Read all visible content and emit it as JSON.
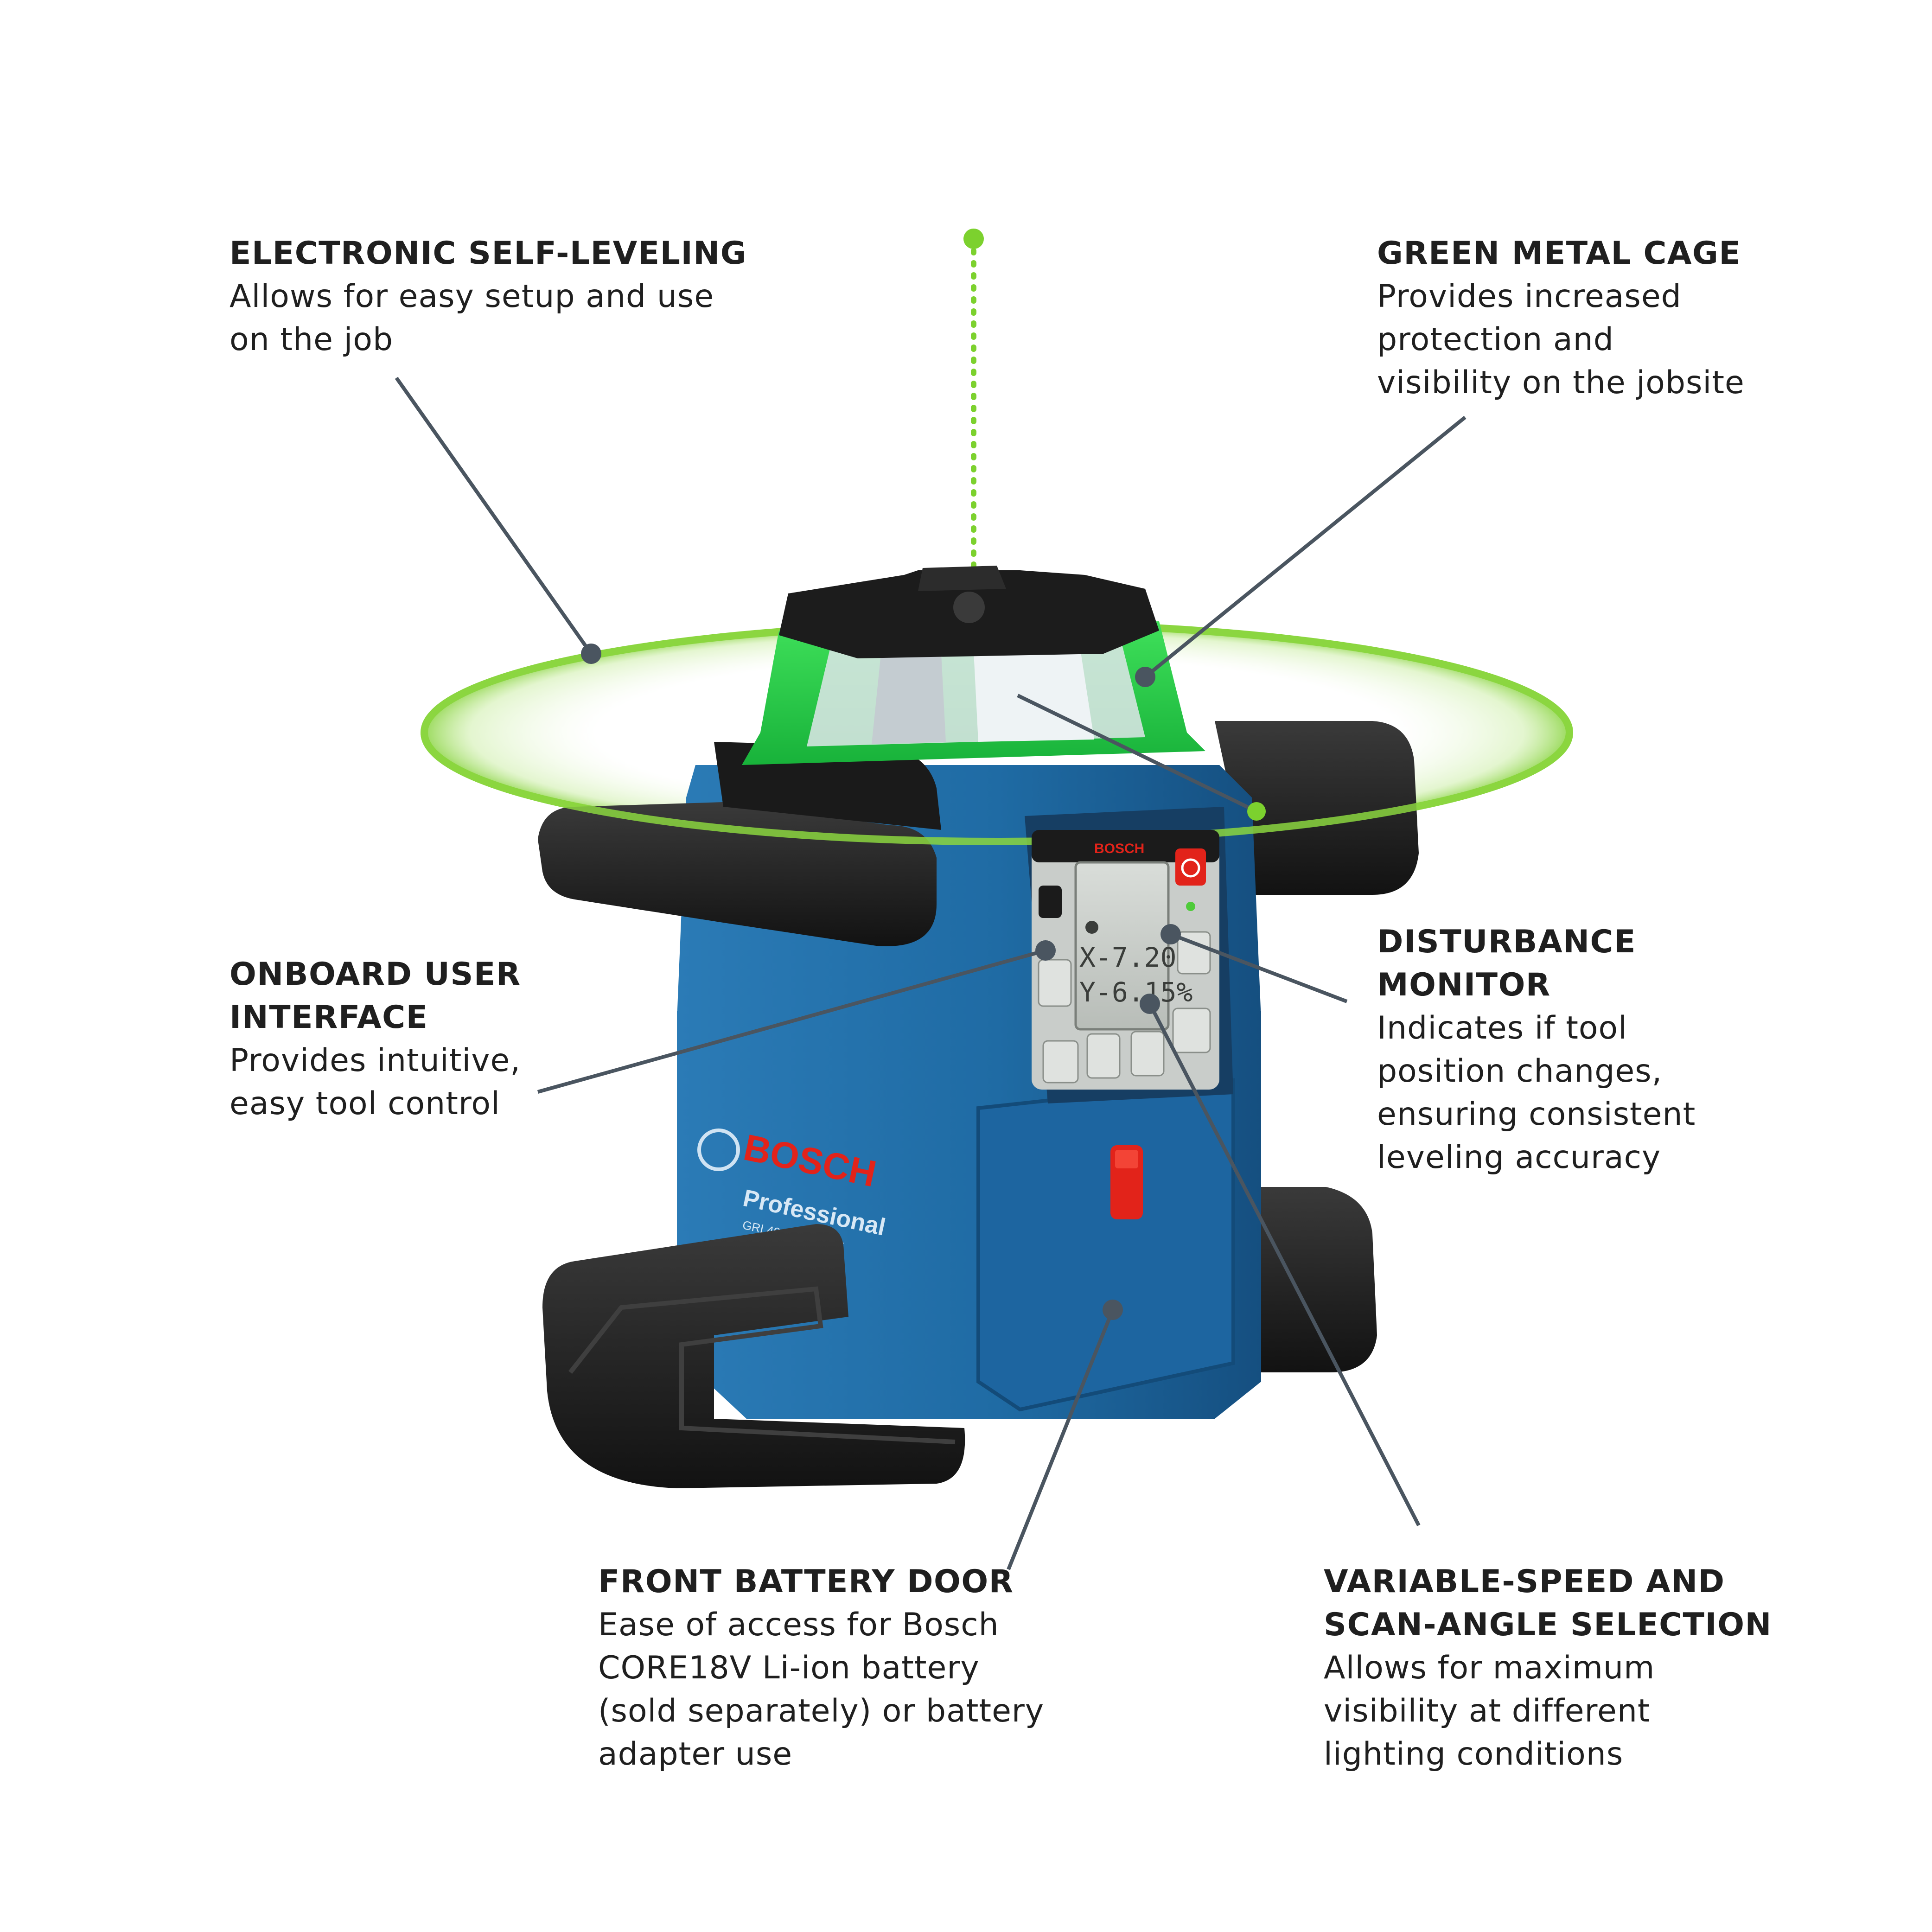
{
  "callouts": {
    "electronic_self_leveling": {
      "title": "ELECTRONIC SELF-LEVELING",
      "lines": [
        "Allows for easy setup and use",
        "on the job"
      ]
    },
    "green_metal_cage": {
      "title": "GREEN METAL CAGE",
      "lines": [
        "Provides increased",
        "protection and",
        "visibility on the jobsite"
      ]
    },
    "onboard_user_interface": {
      "title_lines": [
        "ONBOARD USER",
        "INTERFACE"
      ],
      "lines": [
        "Provides intuitive,",
        "easy tool control"
      ]
    },
    "disturbance_monitor": {
      "title_lines": [
        "DISTURBANCE",
        "MONITOR"
      ],
      "lines": [
        "Indicates if tool",
        "position changes,",
        "ensuring consistent",
        "leveling accuracy"
      ]
    },
    "front_battery_door": {
      "title": "FRONT BATTERY DOOR",
      "lines": [
        "Ease of access for Bosch",
        "CORE18V Li-ion battery",
        "(sold separately) or battery",
        "adapter use"
      ]
    },
    "variable_speed": {
      "title_lines": [
        "VARIABLE-SPEED AND",
        "SCAN-ANGLE SELECTION"
      ],
      "lines": [
        "Allows for maximum",
        "visibility at different",
        "lighting conditions"
      ]
    }
  },
  "product": {
    "brand": "BOSCH",
    "line": "Professional",
    "model": "GRL4000-80CHVG",
    "display": {
      "x_readout": "X-7.20%",
      "y_readout": "Y-6.15%"
    }
  },
  "colors": {
    "tool_blue": "#1f6fa8",
    "laser_green": "#7cd12e",
    "bosch_red": "#e2231a",
    "rubber_black": "#1c1c1c",
    "leader_gray": "#4a5560"
  }
}
